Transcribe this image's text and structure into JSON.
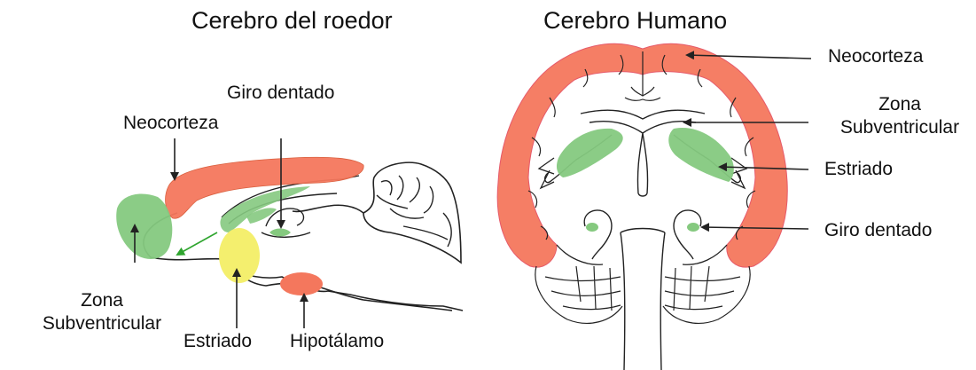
{
  "colors": {
    "neocortex": "#f4775d",
    "svz": "#85c97f",
    "striatum": "#f4ef6e",
    "hypothalamus": "#f4775d",
    "outline": "#222222",
    "arrow_green": "#2fa52f"
  },
  "rodent": {
    "title": "Cerebro del roedor",
    "labels": {
      "giro_dentado": "Giro dentado",
      "neocorteza": "Neocorteza",
      "zona_line1": "Zona",
      "zona_line2": "Subventricular",
      "estriado": "Estriado",
      "hipotalamo": "Hipotálamo"
    }
  },
  "human": {
    "title": "Cerebro Humano",
    "labels": {
      "neocorteza": "Neocorteza",
      "zona_line1": "Zona",
      "zona_line2": "Subventricular",
      "estriado": "Estriado",
      "giro_dentado": "Giro dentado"
    }
  }
}
